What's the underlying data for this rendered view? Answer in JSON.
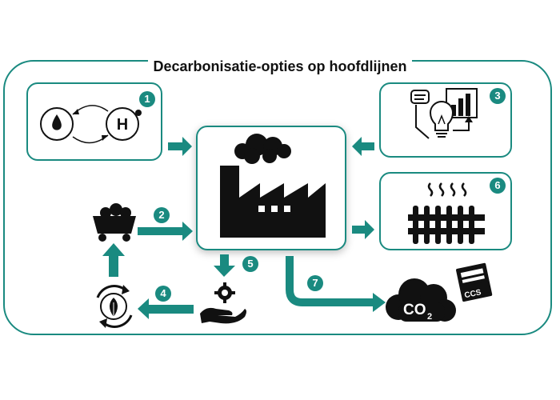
{
  "title": "Decarbonisatie-opties op hoofdlijnen",
  "hydrogen_symbol": "H",
  "co2_label": "CO",
  "co2_subscript": "2",
  "ccs_label": "CCS",
  "badges": [
    "1",
    "2",
    "3",
    "4",
    "5",
    "6",
    "7"
  ],
  "colors": {
    "accent": "#1a8a80",
    "icon": "#111111"
  }
}
